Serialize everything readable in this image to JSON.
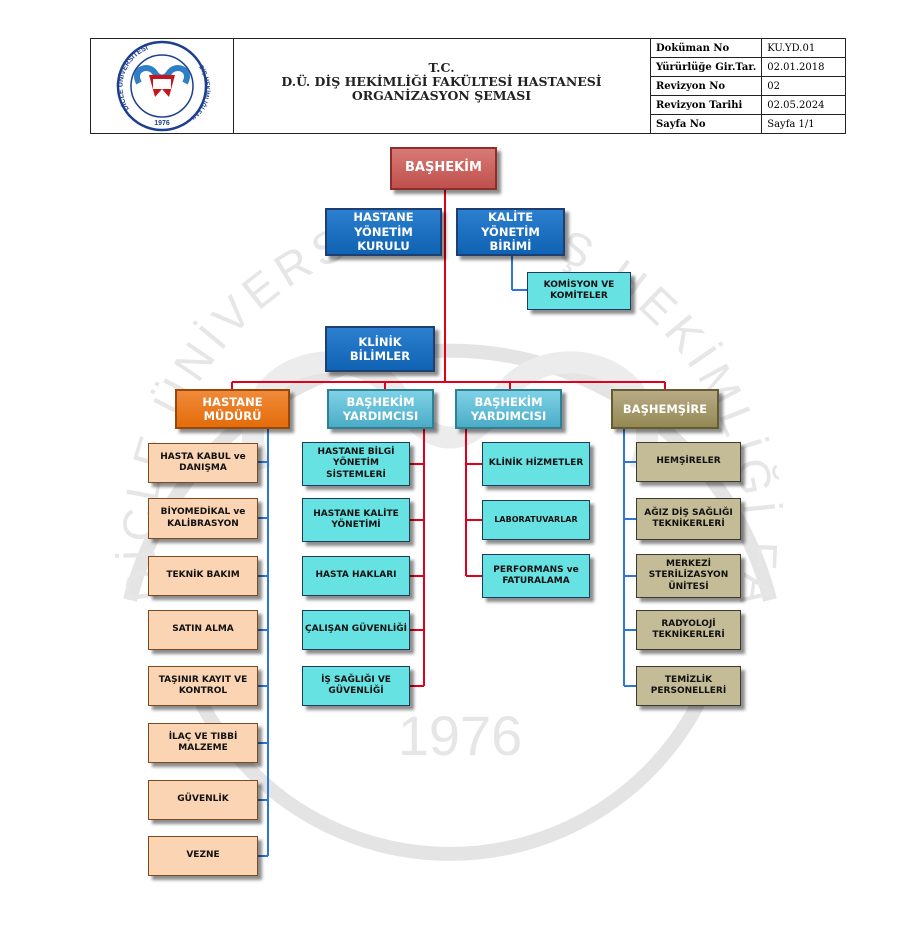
{
  "header": {
    "title_line1": "T.C.",
    "title_line2": "D.Ü. DİŞ HEKİMLİĞİ FAKÜLTESİ HASTANESİ",
    "title_line3": "ORGANİZASYON ŞEMASI",
    "logo": {
      "top_text": "DİCLE ÜNİVERSİTESİ",
      "right_text": "DİŞ HEKİMLİĞİ FAKÜLTESİ",
      "year": "1976"
    },
    "meta": [
      {
        "key": "Doküman No",
        "value": "KU.YD.01"
      },
      {
        "key": "Yürürlüğe Gir.Tar.",
        "value": "02.01.2018"
      },
      {
        "key": "Revizyon No",
        "value": "02"
      },
      {
        "key": "Revizyon Tarihi",
        "value": "02.05.2024"
      },
      {
        "key": "Sayfa No",
        "value": "Sayfa 1/1"
      }
    ]
  },
  "watermark": {
    "left_text": "DİCLE ÜNİVERSİTESİ",
    "right_text": "DİŞ HEKİMLİĞİ FAKÜLTESİ",
    "year": "1976"
  },
  "org": {
    "top": "BAŞHEKİM",
    "hastane_yonetim": "HASTANE YÖNETİM KURULU",
    "kalite_birimi": "KALİTE YÖNETİM BİRİMİ",
    "komisyon": "KOMİSYON VE KOMİTELER",
    "klinik": "KLİNİK BİLİMLER",
    "hastane_muduru": {
      "title": "HASTANE MÜDÜRÜ",
      "units": [
        "HASTA KABUL ve DANIŞMA",
        "BİYOMEDİKAL ve KALİBRASYON",
        "TEKNİK BAKIM",
        "SATIN ALMA",
        "TAŞINIR KAYIT VE KONTROL",
        "İLAÇ VE TIBBİ MALZEME",
        "GÜVENLİK",
        "VEZNE"
      ]
    },
    "bashekim_yrd_1": {
      "title": "BAŞHEKİM YARDIMCISI",
      "units": [
        "HASTANE BİLGİ YÖNETİM SİSTEMLERİ",
        "HASTANE KALİTE YÖNETİMİ",
        "HASTA HAKLARI",
        "ÇALIŞAN GÜVENLİĞİ",
        "İŞ SAĞLIĞI VE GÜVENLİĞİ"
      ]
    },
    "bashekim_yrd_2": {
      "title": "BAŞHEKİM YARDIMCISI",
      "units": [
        "KLİNİK HİZMETLER",
        "LABORATUVARLAR",
        "PERFORMANS ve FATURALAMA"
      ]
    },
    "bashemsire": {
      "title": "BAŞHEMŞİRE",
      "units": [
        "HEMŞİRELER",
        "AĞIZ DİŞ SAĞLIĞI TEKNİKERLERİ",
        "MERKEZİ STERİLİZASYON ÜNİTESİ",
        "RADYOLOJİ TEKNİKERLERİ",
        "TEMİZLİK PERSONELLERİ"
      ]
    }
  },
  "colors": {
    "line_red": "#e0001b",
    "line_blue": "#2e75d6",
    "top_box": "#c0504d",
    "blue_box": "#1062b3",
    "orange_box": "#e46c0a",
    "sky_box": "#4bacc6",
    "olive_box": "#938953",
    "cyan_unit": "#66e2e2",
    "peach_unit": "#fbd4b4",
    "tan_unit": "#c4bc96"
  }
}
